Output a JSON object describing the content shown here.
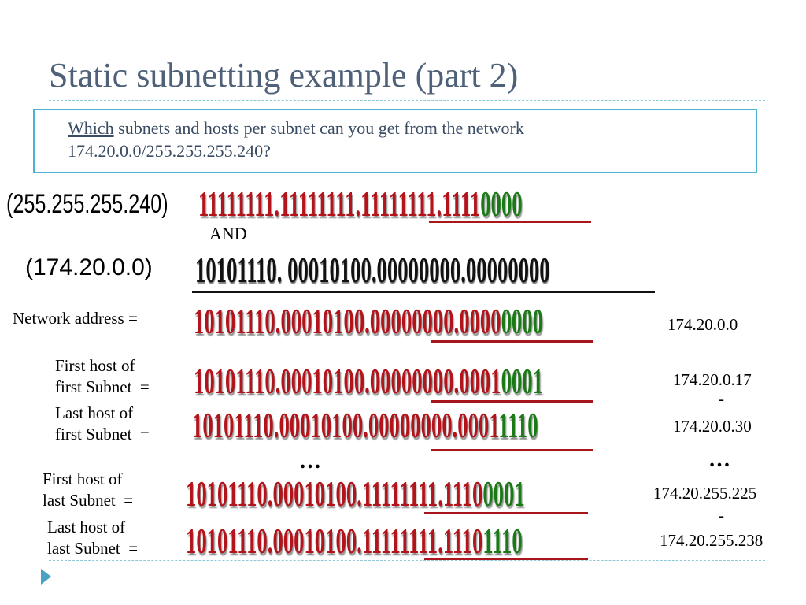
{
  "title": "Static subnetting example (part 2)",
  "question": {
    "underlined": "Which",
    "rest": " subnets and hosts per subnet can you get from the network 174.20.0.0/255.255.255.240?"
  },
  "mask": {
    "label": "(255.255.255.240)",
    "bin_red": "11111111.11111111.11111111.1111",
    "bin_green": "0000"
  },
  "and_label": "AND",
  "network": {
    "label": "(174.20.0.0)",
    "bin": "10101110. 00010100.00000000.00000000"
  },
  "rows": [
    {
      "label": "Network address =",
      "bin_red": "10101110.00010100.00000000.0000",
      "bin_green": "0000",
      "decimal": "174.20.0.0"
    },
    {
      "label": "First host of\nfirst Subnet  =",
      "bin_red": "10101110.00010100.00000000.0001",
      "bin_green": "0001",
      "decimal": "174.20.0.17"
    },
    {
      "label": "Last host of\nfirst Subnet  =",
      "bin_red": "10101110.00010100.00000000.0001",
      "bin_green": "1110",
      "decimal": "174.20.0.30"
    },
    {
      "label": "First host of\nlast Subnet  =",
      "bin_red": "10101110.00010100.11111111.1110",
      "bin_green": "0001",
      "decimal": "174.20.255.225"
    },
    {
      "label": "Last host of\nlast Subnet  =",
      "bin_red": "10101110.00010100.11111111.1110",
      "bin_green": "1110",
      "decimal": "174.20.255.238"
    }
  ],
  "dash": "-",
  "ellipsis": "…"
}
